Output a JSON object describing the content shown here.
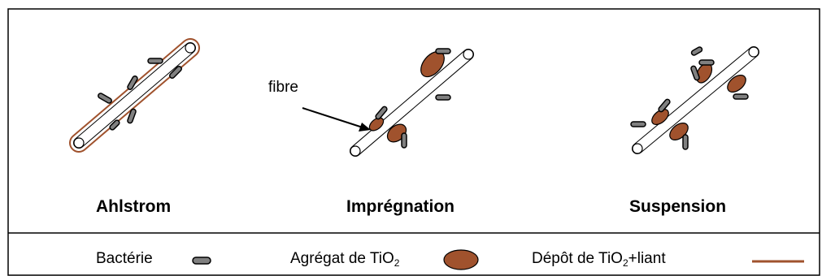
{
  "annotation": {
    "fibre_label": "fibre"
  },
  "panels": [
    {
      "title": "Ahlstrom"
    },
    {
      "title": "Imprégnation"
    },
    {
      "title": "Suspension"
    }
  ],
  "legend": {
    "bacterie": "Bactérie",
    "agregat_prefix": "Agrégat de TiO",
    "agregat_sub": "2",
    "depot_prefix": "Dépôt de TiO",
    "depot_sub": "2",
    "depot_suffix": "+liant"
  },
  "colors": {
    "tio2_brown": "#A0522D",
    "bacteria_gray": "#808080",
    "line": "#000000"
  }
}
